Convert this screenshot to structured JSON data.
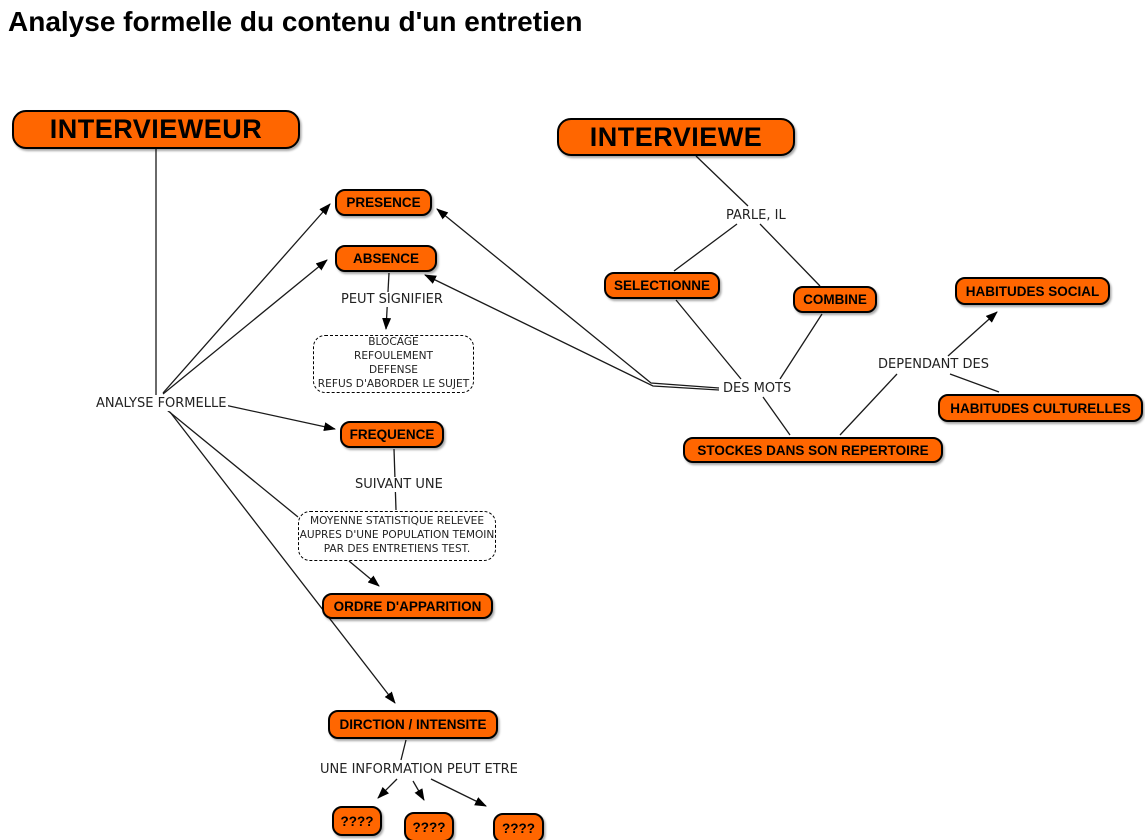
{
  "title": "Analyse formelle du contenu d'un entretien",
  "colors": {
    "node_fill": "#FF6600",
    "node_border": "#000000",
    "background": "#FFFFFF"
  },
  "nodes": {
    "interviewer": "INTERVIEWEUR",
    "interviewee": "INTERVIEWE",
    "presence": "PRESENCE",
    "absence": "ABSENCE",
    "selectionne": "SELECTIONNE",
    "combine": "COMBINE",
    "habitudes_social": "HABITUDES SOCIAL",
    "habitudes_culturelles": "HABITUDES CULTURELLES",
    "stockes": "STOCKES DANS SON REPERTOIRE",
    "frequence": "FREQUENCE",
    "ordre": "ORDRE D'APPARITION",
    "direction": "DIRCTION / INTENSITE",
    "q1": "????",
    "q2": "????",
    "q3": "????"
  },
  "link_labels": {
    "analyse_formelle": "ANALYSE FORMELLE",
    "parle_il": "PARLE, IL",
    "peut_signifier": "PEUT SIGNIFIER",
    "des_mots": "DES MOTS",
    "dependant_des": "DEPENDANT DES",
    "suivant_une": "SUIVANT UNE",
    "une_information": "UNE INFORMATION PEUT ETRE"
  },
  "notes": {
    "signifier": {
      "lines": [
        "BLOCAGE",
        "REFOULEMENT",
        "DEFENSE",
        "REFUS D'ABORDER LE SUJET"
      ]
    },
    "moyenne": {
      "lines": [
        "MOYENNE STATISTIQUE RELEVEE",
        "AUPRES D'UNE POPULATION TEMOIN",
        "PAR DES ENTRETIENS TEST."
      ]
    }
  }
}
